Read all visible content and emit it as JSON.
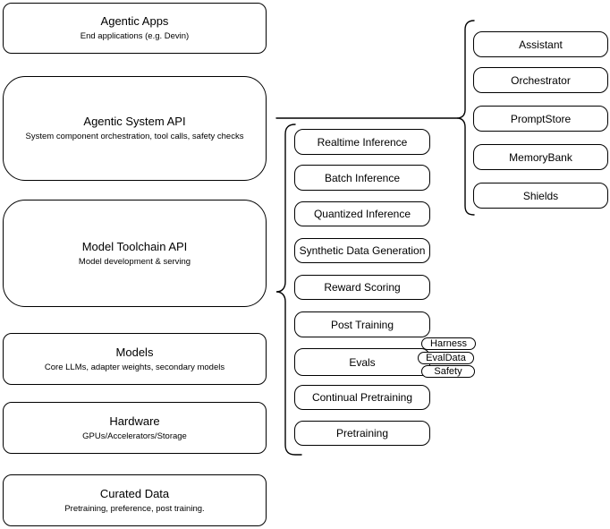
{
  "diagram": {
    "left_column": [
      {
        "title": "Agentic Apps",
        "subtitle": "End applications (e.g. Devin)"
      },
      {
        "title": "Agentic System API",
        "subtitle": "System component orchestration, tool calls, safety checks"
      },
      {
        "title": "Model Toolchain API",
        "subtitle": "Model development & serving"
      },
      {
        "title": "Models",
        "subtitle": "Core LLMs, adapter weights, secondary models"
      },
      {
        "title": "Hardware",
        "subtitle": "GPUs/Accelerators/Storage"
      },
      {
        "title": "Curated Data",
        "subtitle": "Pretraining, preference, post training."
      }
    ],
    "toolchain_items": [
      "Realtime Inference",
      "Batch Inference",
      "Quantized Inference",
      "Synthetic Data Generation",
      "Reward Scoring",
      "Post Training",
      "Evals",
      "Continual Pretraining",
      "Pretraining"
    ],
    "eval_tags": [
      "Harness",
      "EvalData",
      "Safety"
    ],
    "system_components": [
      "Assistant",
      "Orchestrator",
      "PromptStore",
      "MemoryBank",
      "Shields"
    ],
    "colors": {
      "stroke": "#000000",
      "background": "#ffffff",
      "text": "#000000"
    }
  }
}
